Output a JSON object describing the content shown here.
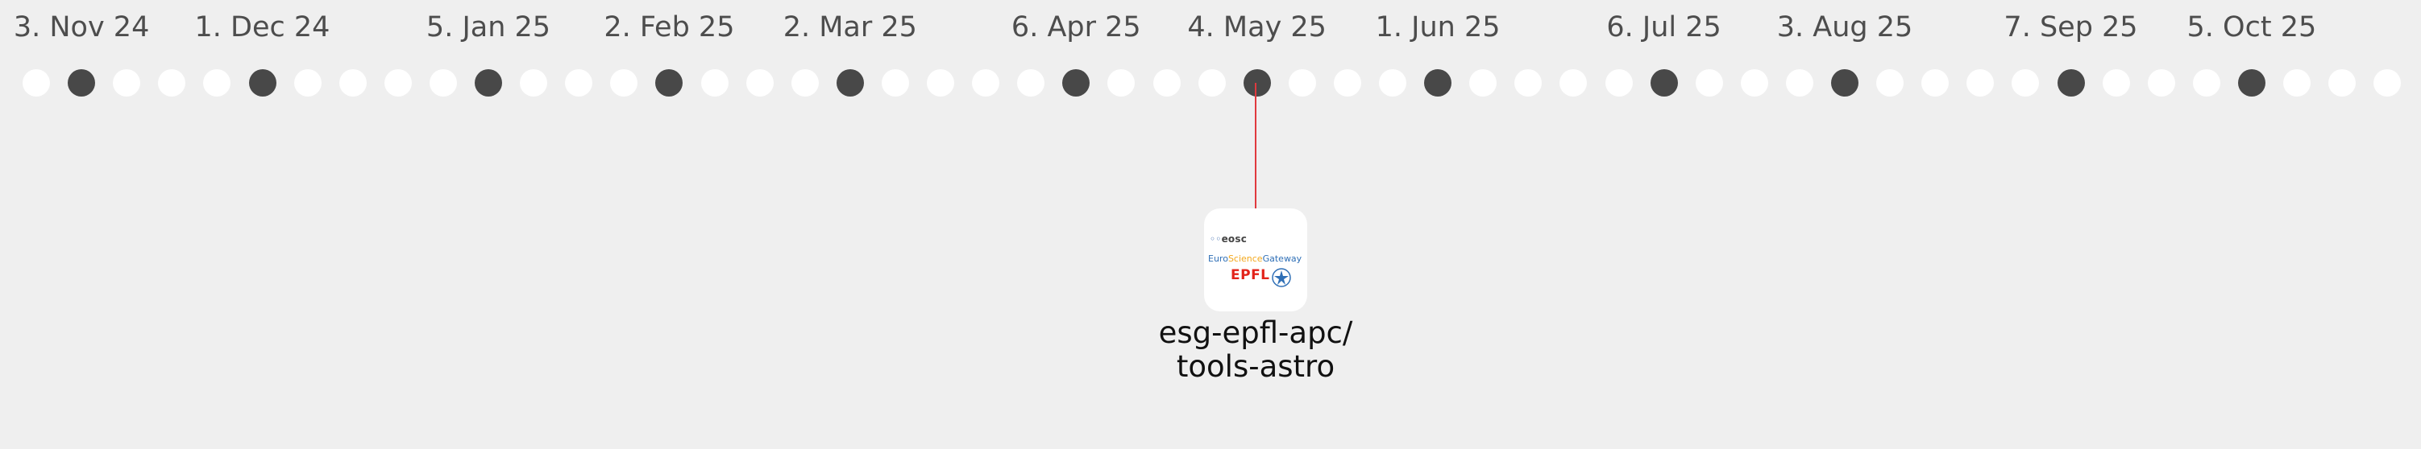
{
  "timeline": {
    "date_labels": [
      {
        "text": "3. Nov 24",
        "dot": 1
      },
      {
        "text": "1. Dec 24",
        "dot": 5
      },
      {
        "text": "5. Jan 25",
        "dot": 10
      },
      {
        "text": "2. Feb 25",
        "dot": 14
      },
      {
        "text": "2. Mar 25",
        "dot": 18
      },
      {
        "text": "6. Apr 25",
        "dot": 23
      },
      {
        "text": "4. May 25",
        "dot": 27
      },
      {
        "text": "1. Jun 25",
        "dot": 31
      },
      {
        "text": "6. Jul 25",
        "dot": 36
      },
      {
        "text": "3. Aug 25",
        "dot": 40
      },
      {
        "text": "7. Sep 25",
        "dot": 45
      },
      {
        "text": "5. Oct 25",
        "dot": 49
      }
    ],
    "dot_count": 53,
    "selected_dot": 27,
    "colors": {
      "background": "#efefef",
      "dot_inactive": "#ffffff",
      "dot_active": "#484848",
      "connector": "#e0393e"
    }
  },
  "repository": {
    "logo": {
      "eosc_text": "eosc",
      "gateway_euro": "Euro",
      "gateway_science": "Science",
      "gateway_gateway": "Gateway",
      "epfl_text": "EPFL"
    },
    "name_line1": "esg-epfl-apc/",
    "name_line2": "tools-astro"
  }
}
